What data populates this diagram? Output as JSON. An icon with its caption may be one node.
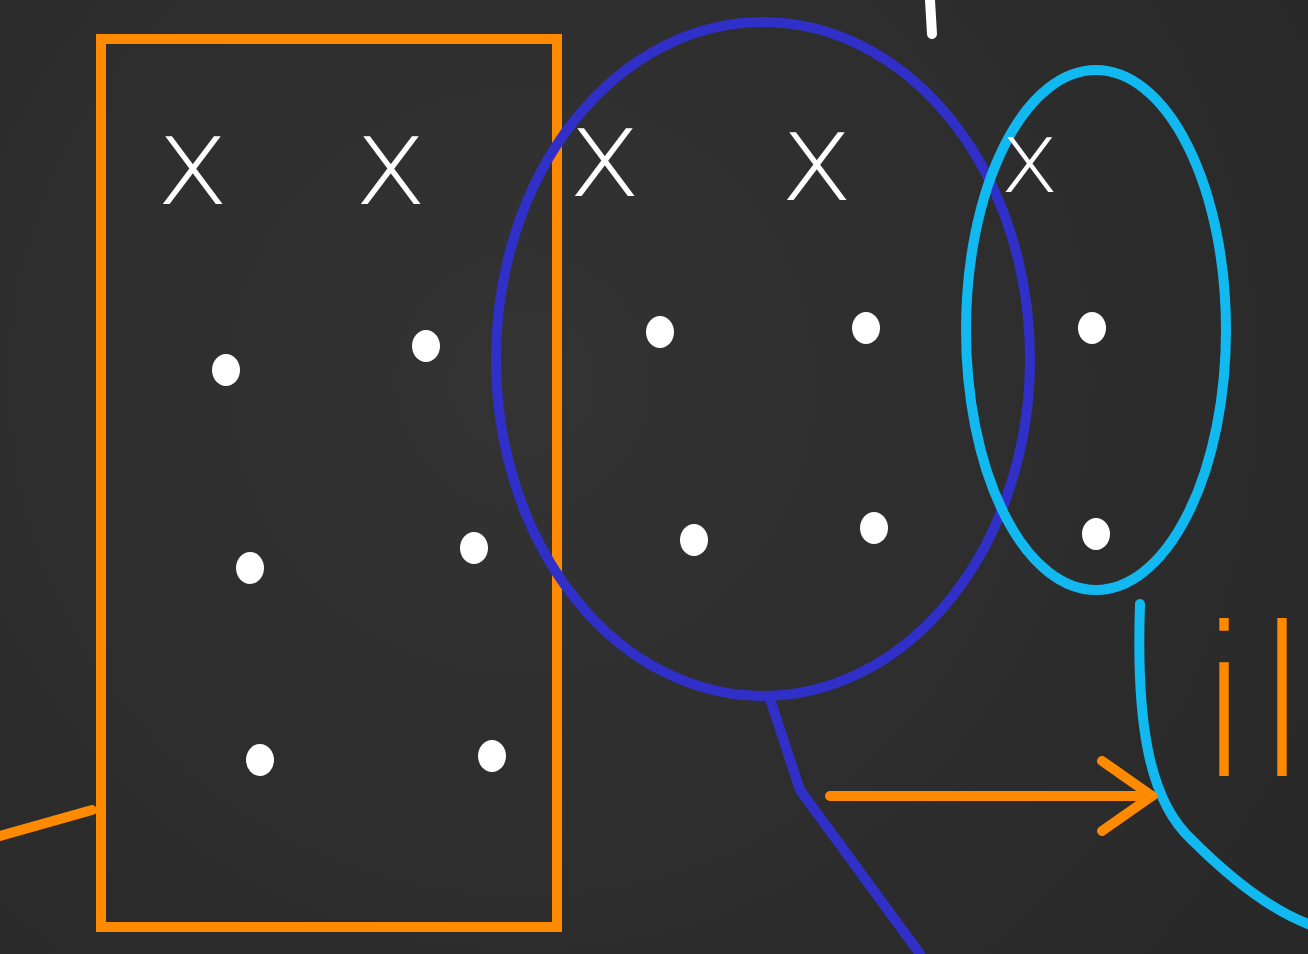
{
  "diagram": {
    "nodes": [
      {
        "text": [],
        "shape": "box"
      },
      {
        "text": [],
        "shape": "circle"
      },
      {
        "text": [],
        "shape": "circle"
      },
      {
        "text": [],
        "shape": "circle"
      }
    ],
    "edges": [
      {
        "from": null,
        "to": 3,
        "arrow": "to"
      },
      {
        "from": 1,
        "to": null,
        "arrow": "none",
        "color": "#3030c8"
      },
      {
        "from": null,
        "to": 0,
        "arrow": "none"
      }
    ],
    "labels": [
      "x",
      "x",
      "x",
      "x",
      "x",
      "il"
    ]
  }
}
